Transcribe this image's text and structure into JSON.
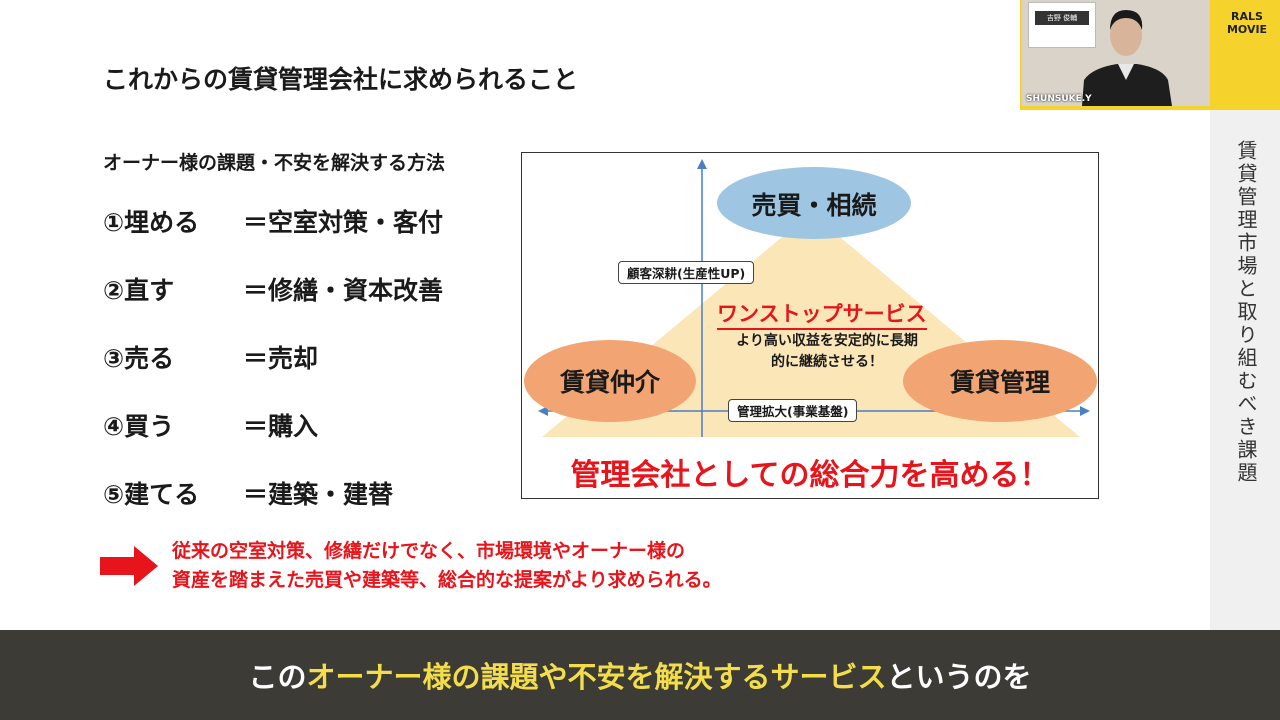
{
  "slide": {
    "title": "これからの賃貸管理会社に求められること",
    "subtitle": "オーナー様の課題・不安を解決する方法",
    "methods": [
      {
        "num": "①埋める",
        "desc": "＝空室対策・客付"
      },
      {
        "num": "②直す",
        "desc": "＝修繕・資本改善"
      },
      {
        "num": "③売る",
        "desc": "＝売却"
      },
      {
        "num": "④買う",
        "desc": "＝購入"
      },
      {
        "num": "⑤建てる",
        "desc": "＝建築・建替"
      }
    ],
    "conclusion_line1": "従来の空室対策、修繕だけでなく、市場環境やオーナー様の",
    "conclusion_line2": "資産を踏まえた売買や建築等、総合的な提案がより求められる。"
  },
  "diagram": {
    "top_label": "売買・相続",
    "left_label": "賃貸仲介",
    "right_label": "賃貸管理",
    "vertical_axis_label": "顧客深耕(生産性UP)",
    "horizontal_axis_label": "管理拡大(事業基盤)",
    "center_title": "ワンストップサービス",
    "center_text": "より高い収益を安定的に長期的に継続させる！",
    "bottom_text": "管理会社としての総合力を高める！",
    "colors": {
      "top_ellipse": "#9ec6e2",
      "side_ellipse": "#f2a472",
      "pyramid": "#fbe6b8",
      "accent": "#e8141b"
    }
  },
  "side_panel": {
    "vertical_title": "賃貸管理市場と取り組むべき課題"
  },
  "camera": {
    "participant_name": "SHUNSUKE.Y",
    "sign_name": "吉野 俊輔"
  },
  "logo": {
    "line1": "RALS",
    "line2": "MOVIE"
  },
  "caption": {
    "part1": "この",
    "part2": "オーナー様の課題や不安を解決するサービス",
    "part3": "というのを"
  }
}
